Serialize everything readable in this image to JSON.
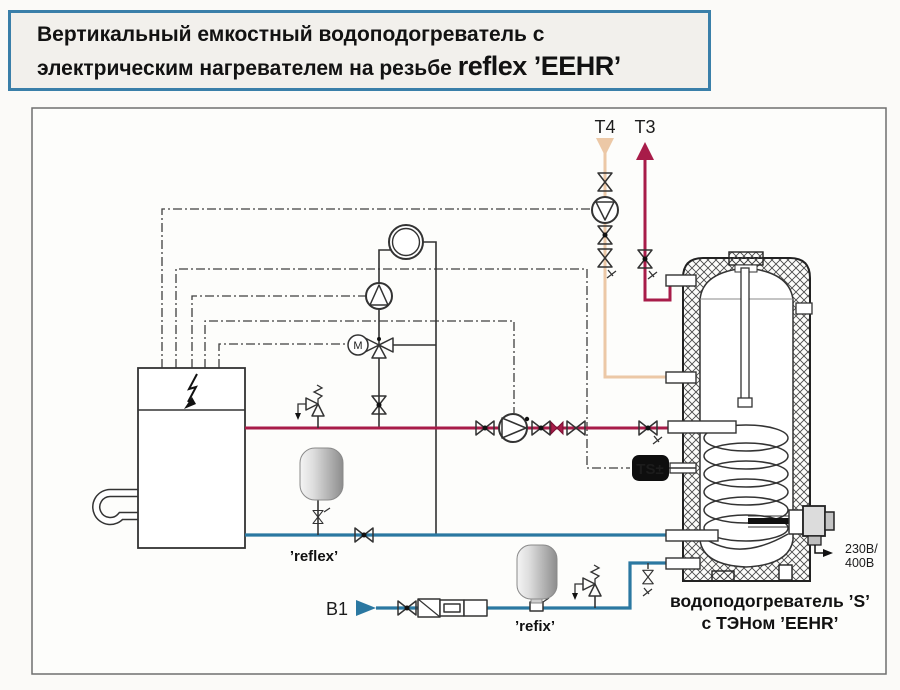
{
  "title": {
    "line1": "Вертикальный емкостный водоподогреватель с",
    "line2_prefix": "электрическим нагревателем на резьбе",
    "brand": "reflex ’EEHR’"
  },
  "labels": {
    "t4": "T4",
    "t3": "T3",
    "b1": "B1",
    "reflex_vessel": "’reflex’",
    "refix_vessel": "’refix’",
    "thermostat": "TS±",
    "motor_actuator": "M",
    "voltage_line1": "230В/",
    "voltage_line2": "400В",
    "tank_caption_line1": "водоподогреватель ’S’",
    "tank_caption_line2": "с ТЭНом ’EEHR’"
  },
  "icons": {
    "pump": "pump-icon",
    "valve": "shutoff-valve-icon",
    "ball_valve": "ball-valve-icon",
    "check_valve": "check-valve-icon",
    "safety_valve": "safety-valve-icon",
    "three_way_valve": "three-way-mixing-valve-icon",
    "expansion_vessel": "expansion-vessel",
    "filter": "strainer-filter-icon",
    "water_meter": "water-meter-icon",
    "heating_element": "electric-heating-element",
    "lightning": "electric-boiler-lightning-icon"
  },
  "colors": {
    "hot": "#a81c49",
    "warm": "#ecc8a6",
    "cold": "#2b78a1",
    "accent": "#3a7fa9",
    "title-bg": "#f2f0ec",
    "page-bg": "#fbfaf8",
    "badge": "#0e0e0e"
  }
}
